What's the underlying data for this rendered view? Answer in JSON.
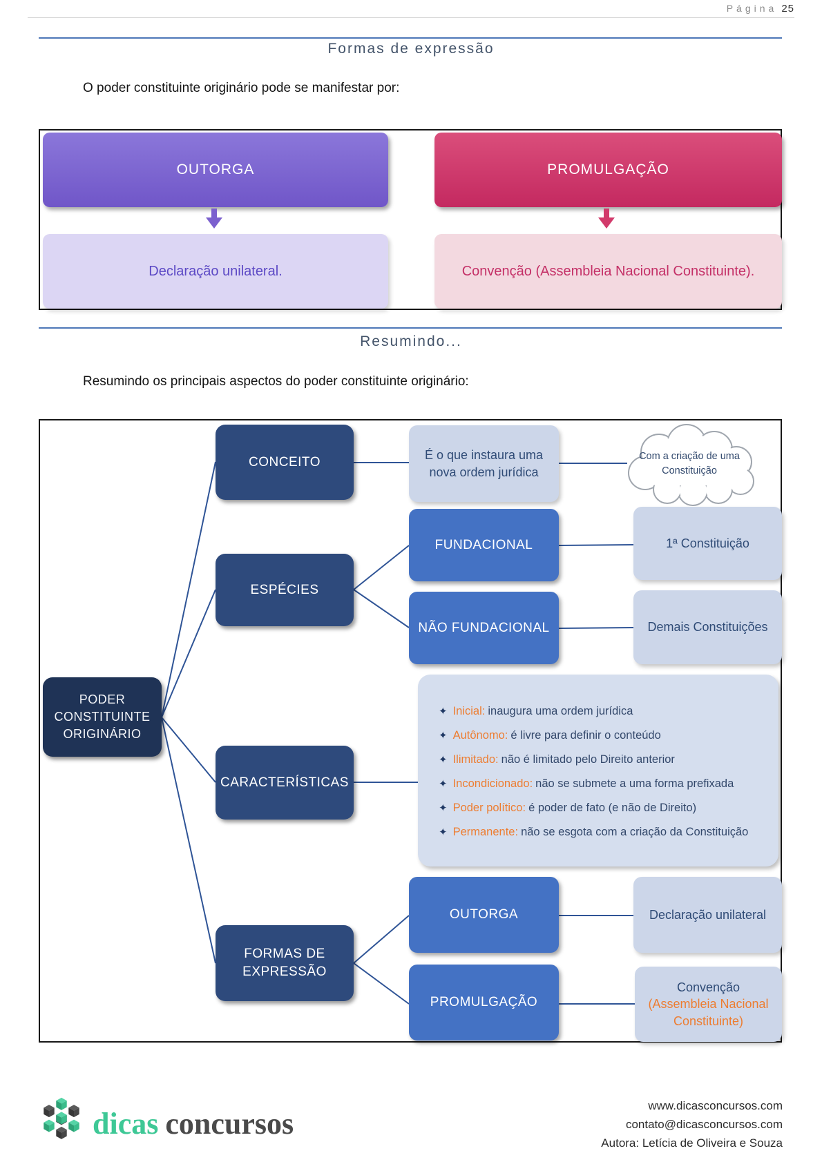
{
  "header": {
    "page_label": "Página",
    "page_number": "25"
  },
  "section1": {
    "title": "Formas de expressão",
    "intro": "O poder constituinte originário pode se manifestar por:",
    "outorga": {
      "title": "OUTORGA",
      "desc": "Declaração unilateral."
    },
    "promulgacao": {
      "title": "PROMULGAÇÃO",
      "desc": "Convenção (Assembleia Nacional Constituinte)."
    }
  },
  "section2": {
    "title": "Resumindo...",
    "intro": "Resumindo os principais aspectos do poder constituinte originário:",
    "root": "PODER CONSTITUINTE ORIGINÁRIO",
    "conceito": {
      "label": "CONCEITO",
      "desc": "É o que instaura uma nova ordem jurídica",
      "cloud": "Com a criação de uma Constituição"
    },
    "especies": {
      "label": "ESPÉCIES",
      "children": [
        {
          "label": "FUNDACIONAL",
          "desc": "1ª Constituição"
        },
        {
          "label": "NÃO FUNDACIONAL",
          "desc": "Demais Constituições"
        }
      ]
    },
    "caracteristicas": {
      "label": "CARACTERÍSTICAS",
      "bullet": "✦",
      "items": [
        {
          "term": "Inicial:",
          "desc": "inaugura uma ordem jurídica"
        },
        {
          "term": "Autônomo:",
          "desc": "é livre para definir o conteúdo"
        },
        {
          "term": "Ilimitado:",
          "desc": "não é limitado pelo Direito anterior"
        },
        {
          "term": "Incondicionado:",
          "desc": "não se submete a uma forma prefixada"
        },
        {
          "term": "Poder político:",
          "desc": "é poder de fato (e não de Direito)"
        },
        {
          "term": "Permanente:",
          "desc": "não se esgota com a criação da Constituição"
        }
      ]
    },
    "formas": {
      "label": "FORMAS DE EXPRESSÃO",
      "children": [
        {
          "label": "OUTORGA",
          "desc": "Declaração unilateral"
        },
        {
          "label": "PROMULGAÇÃO",
          "desc_line1": "Convenção",
          "desc_line2": "(Assembleia Nacional Constituinte)"
        }
      ]
    }
  },
  "footer": {
    "brand_word1": "dicas",
    "brand_word2": "concursos",
    "website": "www.dicasconcursos.com",
    "email": "contato@dicasconcursos.com",
    "author": "Autora: Letícia de Oliveira e Souza"
  },
  "colors": {
    "accent_rule": "#4d77b8",
    "heading": "#44546a",
    "purple": "#7b60ce",
    "purple_light": "#dcd6f4",
    "pink": "#d23a6b",
    "pink_light": "#f3d9e0",
    "navy_dark": "#1f3356",
    "navy": "#2e4a7c",
    "blue_mid": "#4472c4",
    "blue_light": "#ccd6e9",
    "panel": "#d5deee",
    "orange": "#ed7d31",
    "connector": "#2f5496",
    "brand_green": "#3ec896",
    "brand_gray": "#4a4a4a"
  }
}
